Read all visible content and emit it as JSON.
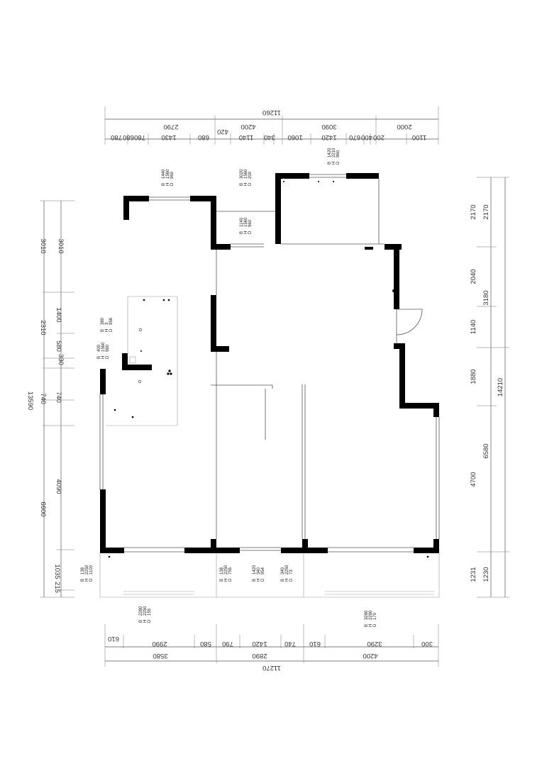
{
  "top": {
    "total": "11260",
    "row2": [
      "2790",
      "4200",
      "3090",
      "2000"
    ],
    "row3": [
      "780",
      "680",
      "780",
      "1430",
      "680",
      "420",
      "1140",
      "340",
      "1060",
      "1420",
      "670",
      "400",
      "200",
      "1100"
    ]
  },
  "bottom": {
    "total": "11270",
    "row2": [
      "3580",
      "2890",
      "4200"
    ],
    "row3": [
      "610",
      "2990",
      "580",
      "790",
      "1420",
      "740",
      "610",
      "3290",
      "300"
    ]
  },
  "left": {
    "total": "13590",
    "row2": [
      "3010",
      "2310",
      "330",
      "740",
      "6600"
    ],
    "row3": [
      "3010",
      "1400",
      "580",
      "740",
      "4090",
      "1035",
      "215"
    ]
  },
  "right": {
    "total": "14210",
    "row2": [
      "2170",
      "3180",
      "6580",
      "1230"
    ],
    "row3": [
      "2170",
      "2040",
      "1140",
      "1880",
      "4700",
      "1231"
    ]
  },
  "specs": {
    "s1": [
      "B",
      "1440",
      "H",
      "1560",
      "D",
      "960"
    ],
    "s2": [
      "B",
      "3020",
      "H",
      "1560",
      "D",
      "200"
    ],
    "s3": [
      "B",
      "1420",
      "H",
      "2210",
      "D",
      "960"
    ],
    "s4": [
      "B",
      "1140",
      "H",
      "1560",
      "D",
      "960"
    ],
    "s5": [
      "B",
      "400",
      "H",
      "1560",
      "D",
      "960"
    ],
    "s5b": [
      "B",
      "380",
      "H",
      "3",
      "D",
      "956"
    ],
    "s6": [
      "B",
      "138",
      "H",
      "2250",
      "D",
      "1100"
    ],
    "s7": [
      "B",
      "2280",
      "H",
      "2250",
      "D",
      "155"
    ],
    "s8": [
      "B",
      "138",
      "H",
      "2250",
      "D",
      "755"
    ],
    "s9": [
      "B",
      "1420",
      "H",
      "340",
      "D",
      "954"
    ],
    "s10": [
      "B",
      "340",
      "H",
      "2250",
      "D",
      "73"
    ],
    "s11": [
      "B",
      "3280",
      "H",
      "2280",
      "D",
      "170"
    ]
  }
}
